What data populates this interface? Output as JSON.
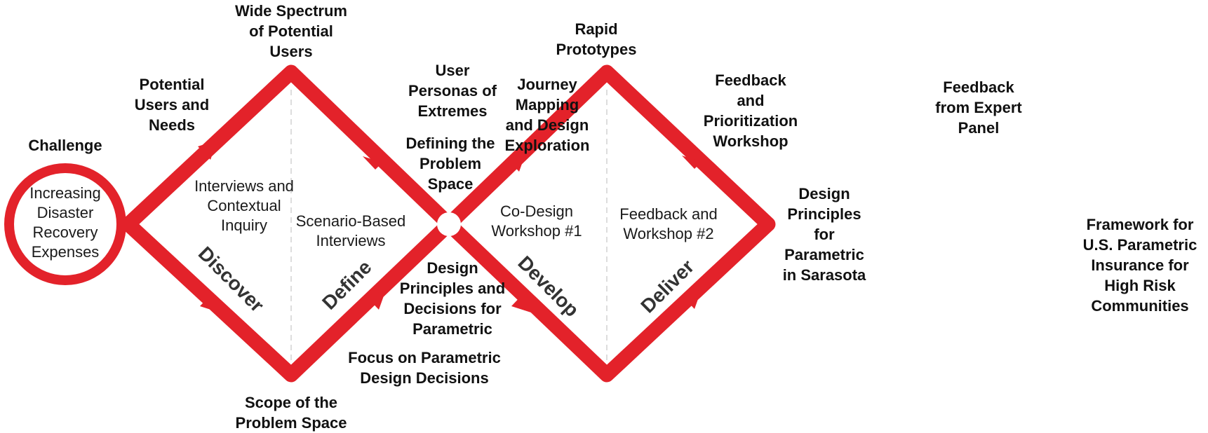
{
  "colors": {
    "accent": "#e3222a",
    "divider": "#dddddd",
    "text": "#111111"
  },
  "challenge": {
    "title": "Challenge",
    "text": [
      "Increasing",
      "Disaster",
      "Recovery",
      "Expenses"
    ]
  },
  "phases": {
    "discover": "Discover",
    "define": "Define",
    "develop": "Develop",
    "deliver": "Deliver"
  },
  "methods": {
    "interviews": [
      "Interviews and",
      "Contextual",
      "Inquiry"
    ],
    "scenario": [
      "Scenario-Based",
      "Interviews"
    ],
    "codesign": [
      "Co-Design",
      "Workshop #1"
    ],
    "feedback_workshop": [
      "Feedback and",
      "Workshop #2"
    ]
  },
  "labels": {
    "potential_users": [
      "Potential",
      "Users and",
      "Needs"
    ],
    "wide_spectrum": [
      "Wide Spectrum",
      "of Potential",
      "Users"
    ],
    "user_personas": [
      "User",
      "Personas of",
      "Extremes"
    ],
    "defining_problem": [
      "Defining the",
      "Problem",
      "Space"
    ],
    "journey_mapping": [
      "Journey",
      "Mapping",
      "and Design",
      "Exploration"
    ],
    "rapid_prototypes": [
      "Rapid",
      "Prototypes"
    ],
    "feedback_prioritization": [
      "Feedback",
      "and",
      "Prioritization",
      "Workshop"
    ],
    "design_principles_sarasota": [
      "Design",
      "Principles",
      "for",
      "Parametric",
      "in Sarasota"
    ],
    "scope_problem": [
      "Scope of the",
      "Problem Space"
    ],
    "focus_parametric": [
      "Focus on Parametric",
      "Design Decisions"
    ],
    "design_principles_decisions": [
      "Design",
      "Principles and",
      "Decisions for",
      "Parametric"
    ],
    "feedback_expert": [
      "Feedback",
      "from Expert",
      "Panel"
    ],
    "framework": [
      "Framework for",
      "U.S. Parametric",
      "Insurance for",
      "High Risk",
      "Communities"
    ]
  }
}
